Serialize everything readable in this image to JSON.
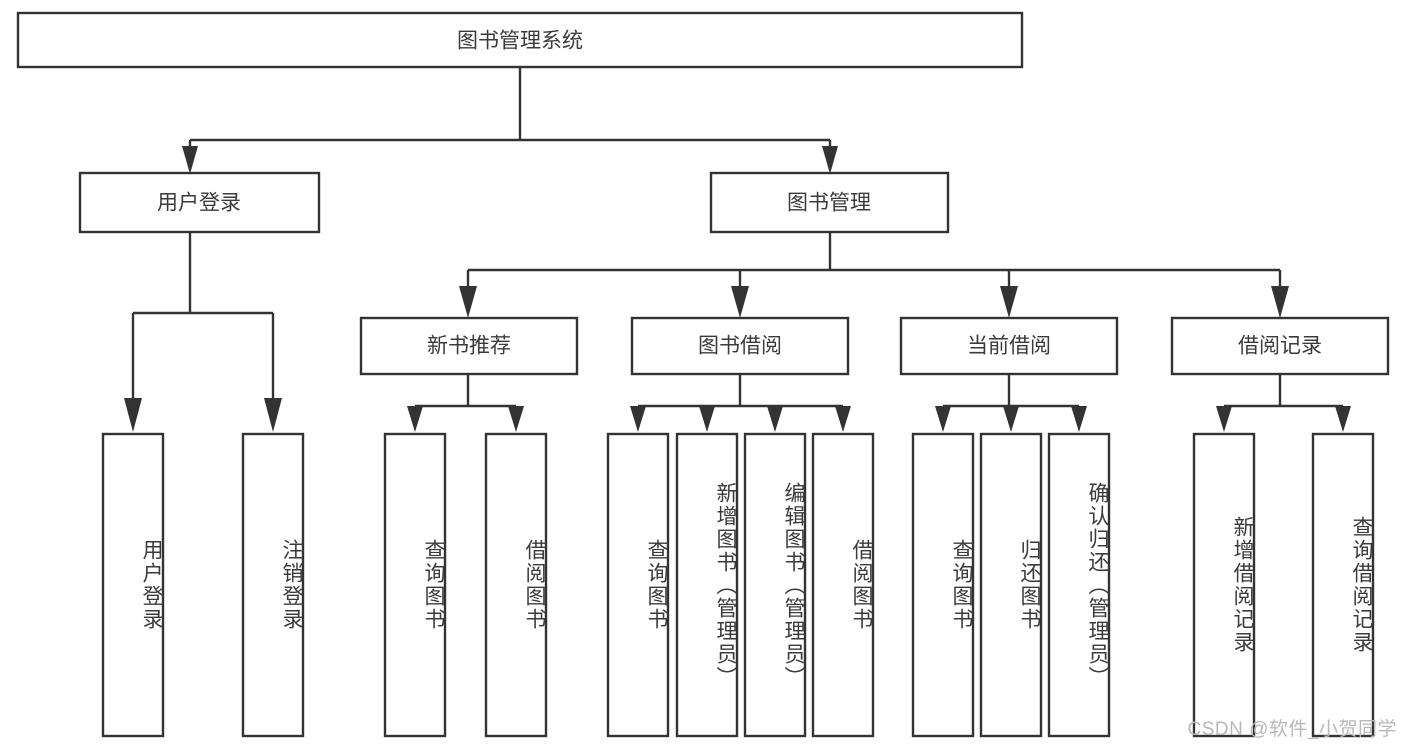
{
  "diagram": {
    "type": "tree-hierarchy",
    "title": "图书管理系统",
    "root": {
      "label": "图书管理系统"
    },
    "level2": [
      {
        "label": "用户登录"
      },
      {
        "label": "图书管理"
      }
    ],
    "level3": [
      {
        "label": "新书推荐"
      },
      {
        "label": "图书借阅"
      },
      {
        "label": "当前借阅"
      },
      {
        "label": "借阅记录"
      }
    ],
    "leaves": {
      "user_login": [
        {
          "label": "用户登录"
        },
        {
          "label": "注销登录"
        }
      ],
      "new_book_recommend": [
        {
          "label": "查询图书"
        },
        {
          "label": "借阅图书"
        }
      ],
      "book_borrow": [
        {
          "label": "查询图书"
        },
        {
          "label": "新增图书（管理员）"
        },
        {
          "label": "编辑图书（管理员）"
        },
        {
          "label": "借阅图书"
        }
      ],
      "current_borrow": [
        {
          "label": "查询图书"
        },
        {
          "label": "归还图书"
        },
        {
          "label": "确认归还（管理员）"
        }
      ],
      "borrow_record": [
        {
          "label": "新增借阅记录"
        },
        {
          "label": "查询借阅记录"
        }
      ]
    }
  },
  "watermark": {
    "text": "CSDN @软件_小贺同学"
  },
  "colors": {
    "stroke": "#333333",
    "box_fill": "#ffffff",
    "text": "#3b3b3b",
    "watermark": "#b8b8b8",
    "background": "#ffffff"
  }
}
